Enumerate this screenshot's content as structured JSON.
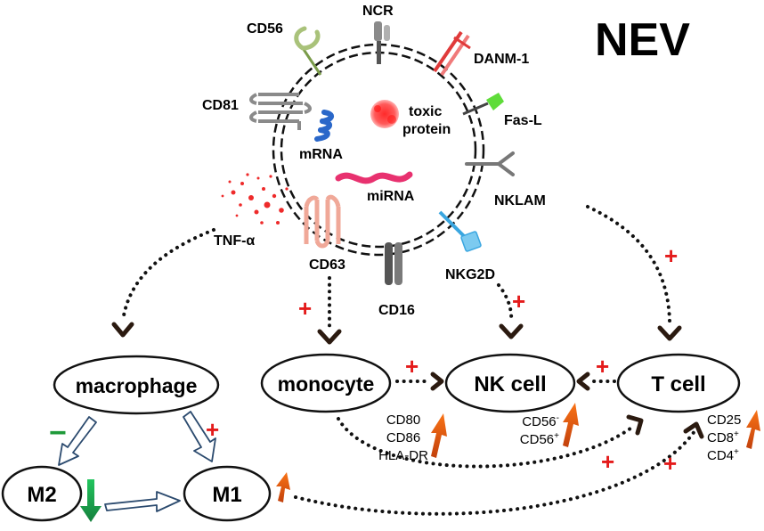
{
  "title": "NEV",
  "membrane_labels": {
    "cd56": "CD56",
    "ncr": "NCR",
    "danm1": "DANM-1",
    "cd81": "CD81",
    "fasl": "Fas-L",
    "nklam": "NKLAM",
    "tnfa": "TNF-α",
    "cd63": "CD63",
    "cd16": "CD16",
    "nkg2d": "NKG2D"
  },
  "cargo_labels": {
    "toxic_protein_1": "toxic",
    "toxic_protein_2": "protein",
    "mrna": "mRNA",
    "mirna": "miRNA"
  },
  "cells": {
    "macrophage": "macrophage",
    "monocyte": "monocyte",
    "nk": "NK cell",
    "t": "T cell",
    "m2": "M2",
    "m1": "M1"
  },
  "monocyte_markers": [
    "CD80",
    "CD86",
    "HLA-DR"
  ],
  "nk_markers": [
    {
      "base": "CD56",
      "sup": "-"
    },
    {
      "base": "CD56",
      "sup": "+"
    }
  ],
  "t_markers": [
    {
      "base": "CD25",
      "sup": ""
    },
    {
      "base": "CD8",
      "sup": "+"
    },
    {
      "base": "CD4",
      "sup": "+"
    }
  ],
  "signs": {
    "plus": "+",
    "minus": "−"
  },
  "colors": {
    "up_arrow": "#e8571c",
    "down_arrow": "#2a9c3f",
    "plus": "#e41b1b",
    "minus": "#1f9a3a"
  }
}
